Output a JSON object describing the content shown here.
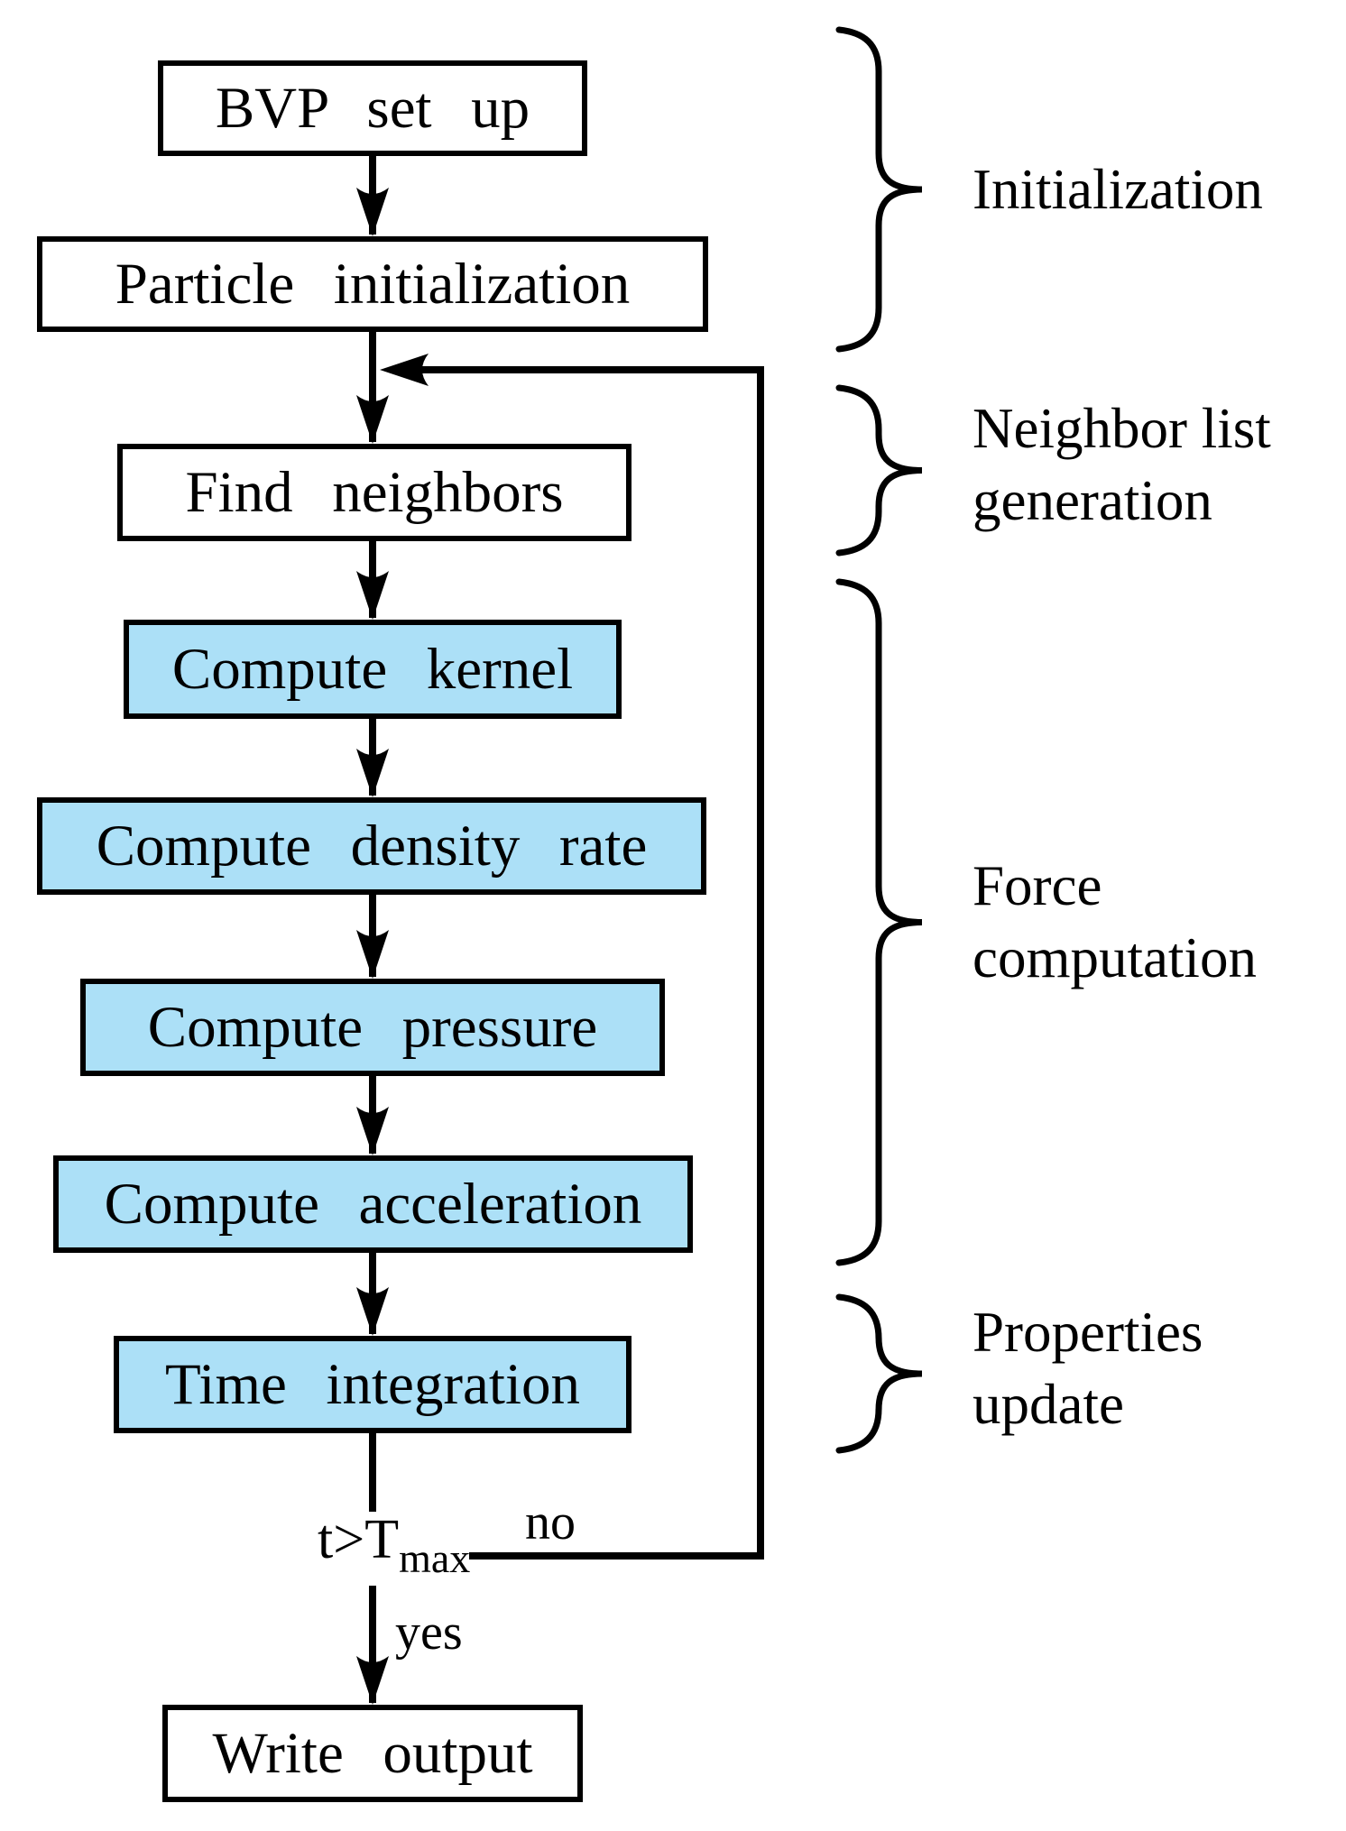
{
  "flowchart": {
    "nodes": [
      {
        "id": "bvp-set-up",
        "label": "BVP set up",
        "type": "plain"
      },
      {
        "id": "particle-init",
        "label": "Particle initialization",
        "type": "plain"
      },
      {
        "id": "find-neighbors",
        "label": "Find neighbors",
        "type": "plain"
      },
      {
        "id": "compute-kernel",
        "label": "Compute kernel",
        "type": "highlight"
      },
      {
        "id": "compute-density-rate",
        "label": "Compute density rate",
        "type": "highlight"
      },
      {
        "id": "compute-pressure",
        "label": "Compute pressure",
        "type": "highlight"
      },
      {
        "id": "compute-acceleration",
        "label": "Compute acceleration",
        "type": "highlight"
      },
      {
        "id": "time-integration",
        "label": "Time integration",
        "type": "highlight"
      },
      {
        "id": "write-output",
        "label": "Write output",
        "type": "plain"
      }
    ],
    "decision": {
      "expression": "t>T",
      "subscript": "max",
      "no_label": "no",
      "yes_label": "yes"
    },
    "stages": [
      {
        "id": "initialization",
        "label_lines": [
          "Initialization",
          ""
        ]
      },
      {
        "id": "neighbor-list",
        "label_lines": [
          "Neighbor list",
          "generation"
        ]
      },
      {
        "id": "force-computation",
        "label_lines": [
          "Force",
          "computation"
        ]
      },
      {
        "id": "properties-update",
        "label_lines": [
          "Properties",
          "update"
        ]
      }
    ],
    "colors": {
      "highlight_fill": "#ACE0F7",
      "plain_fill": "#FFFFFF",
      "line": "#000000",
      "background": "#FFFFFF"
    }
  }
}
